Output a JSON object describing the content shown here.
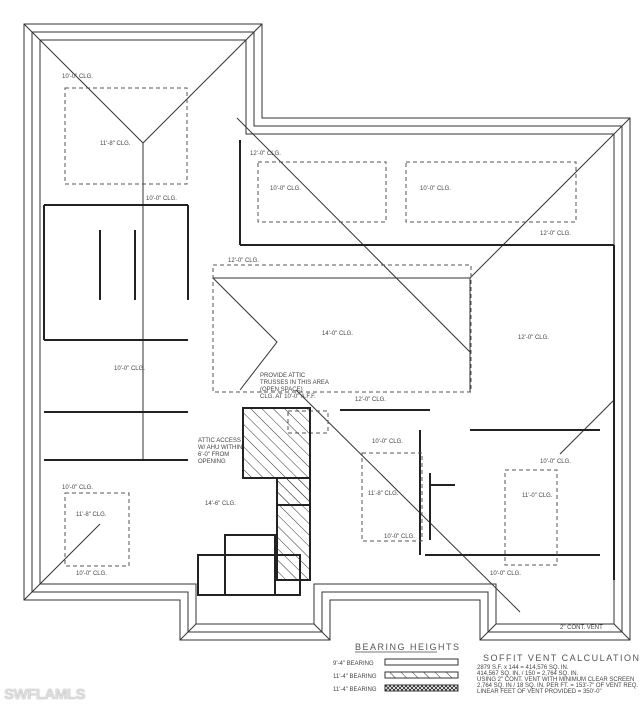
{
  "ceiling_labels": [
    "10'-0\" CLG.",
    "11'-8\" CLG.",
    "12'-0\" CLG.",
    "10'-0\" CLG.",
    "10'-0\" CLG.",
    "10'-0\" CLG.",
    "12'-0\" CLG.",
    "12'-0\" CLG.",
    "14'-0\" CLG.",
    "12'-0\" CLG.",
    "10'-0\" CLG.",
    "12'-0\" CLG.",
    "10'-0\" CLG.",
    "10'-0\" CLG.",
    "10'-0\" CLG.",
    "14'-6\" CLG.",
    "11'-8\" CLG.",
    "11'-0\" CLG.",
    "11'-8\" CLG.",
    "10'-0\" CLG.",
    "10'-0\" CLG.",
    "10'-0\" CLG."
  ],
  "notes": {
    "attic_trusses": [
      "PROVIDE ATTIC",
      "TRUSSES IN THIS AREA",
      "(OPEN SPACE)",
      "CLG. AT 10'-0\" A.F.F."
    ],
    "attic_access": [
      "ATTIC ACCESS",
      "W/ AHU WITHIN",
      "6'-0\" FROM",
      "OPENING"
    ],
    "vent": "2\" CONT. VENT"
  },
  "bearing_heights": {
    "title": "BEARING HEIGHTS",
    "items": [
      {
        "label": "9'-4\" BEARING",
        "pattern": "empty"
      },
      {
        "label": "11'-4\" BEARING",
        "pattern": "hatch"
      },
      {
        "label": "11'-4\" BEARING",
        "pattern": "crosshatch"
      }
    ]
  },
  "soffit": {
    "title": "SOFFIT VENT CALCULATIONS",
    "lines": [
      "2879 S.F. x 144 = 414,576 SQ. IN.",
      "414,567 SQ. IN. / 150 = 2,764 SQ. IN.",
      "USING 2\" CONT. VENT WITH MINIMUM CLEAR SCREEN",
      "2,764 SQ. IN / 18 SQ. IN. PER FT. = 153'-7\" OF VENT REQ.",
      "LINEAR FEET OF VENT PROVIDED = 350'-0\""
    ]
  },
  "watermark": "SWFLAMLS"
}
